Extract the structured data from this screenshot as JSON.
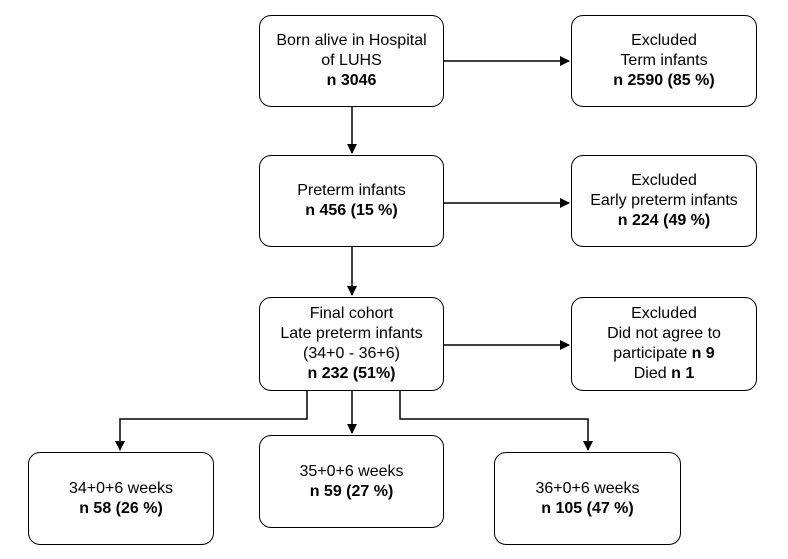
{
  "nodes": {
    "born": {
      "line1": "Born alive in Hospital",
      "line2": "of LUHS",
      "count": "n 3046"
    },
    "excluded_term": {
      "line1": "Excluded",
      "line2": "Term infants",
      "count": "n 2590 (85 %)"
    },
    "preterm": {
      "line1": "Preterm infants",
      "count": "n 456 (15 %)"
    },
    "excluded_early": {
      "line1": "Excluded",
      "line2": "Early preterm infants",
      "count": "n 224 (49 %)"
    },
    "final": {
      "line1": "Final cohort",
      "line2": "Late preterm infants",
      "line3": "(34+0 - 36+6)",
      "count": "n 232 (51%)"
    },
    "excluded_other": {
      "line1": "Excluded",
      "line2": "Did not agree to",
      "line3_text": "participate",
      "line3_count": "n 9",
      "line4_text": "Died",
      "line4_count": "n 1"
    },
    "group34": {
      "label": "34+0+6 weeks",
      "count": "n 58 (26 %)"
    },
    "group35": {
      "label": "35+0+6 weeks",
      "count": "n 59 (27 %)"
    },
    "group36": {
      "label": "36+0+6 weeks",
      "count": "n 105 (47 %)"
    }
  },
  "edges": [
    {
      "from": "born",
      "to": "excluded_term"
    },
    {
      "from": "born",
      "to": "preterm"
    },
    {
      "from": "preterm",
      "to": "excluded_early"
    },
    {
      "from": "preterm",
      "to": "final"
    },
    {
      "from": "final",
      "to": "excluded_other"
    },
    {
      "from": "final",
      "to": "group34"
    },
    {
      "from": "final",
      "to": "group35"
    },
    {
      "from": "final",
      "to": "group36"
    }
  ]
}
